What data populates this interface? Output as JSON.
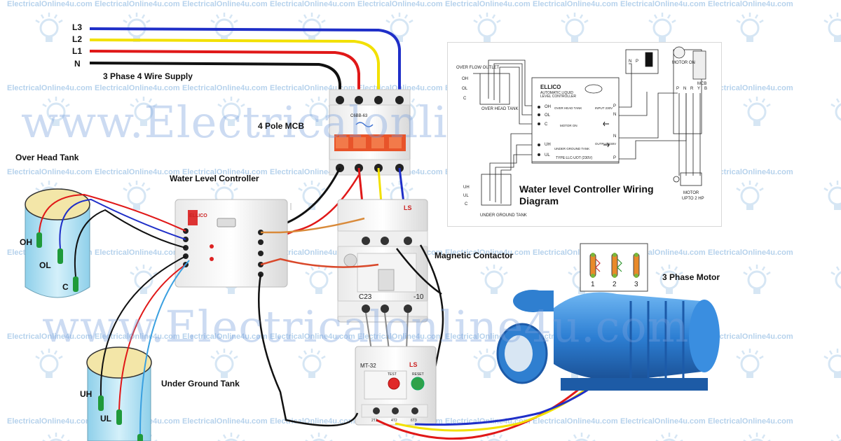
{
  "supply": {
    "lines": [
      "L3",
      "L2",
      "L1",
      "N"
    ],
    "title": "3 Phase 4 Wire Supply"
  },
  "labels": {
    "mcb": "4 Pole MCB",
    "controller": "Water Level Controller",
    "overhead_tank": "Over Head Tank",
    "underground_tank": "Under Ground Tank",
    "contactor": "Magnetic Contactor",
    "motor": "3 Phase Motor"
  },
  "overhead_probes": [
    "OH",
    "OL",
    "C"
  ],
  "underground_probes": [
    "UH",
    "UL"
  ],
  "watermark": {
    "small": "ElectricalOnline4u.com",
    "large": "www.Electricalonline4u.com"
  },
  "devices": {
    "mcb_model": "C6BB-63",
    "controller_brand": "ELLICO",
    "contactor_brand": "LS",
    "contactor_model": "C23",
    "contactor_aux": "-10",
    "overload_model": "MT-32",
    "overload_brand": "LS",
    "overload_test": "TEST",
    "overload_reset": "RESET",
    "overload_terminals": [
      "2T1",
      "4T2",
      "6T3"
    ]
  },
  "motor_terminals": [
    "1",
    "2",
    "3"
  ],
  "inset": {
    "title": "Water level Controller Wiring Diagram",
    "brand": "ELLICO",
    "subtitle": "AUTOMATIC LIQUID LEVEL CONTROLLER",
    "type_label": "TYPE:LLC-UOT (230V)",
    "overflow_label": "OVER FLOW OUTLET",
    "oh_levels": [
      "OH",
      "OL",
      "C"
    ],
    "overhead_tank_label": "OVER HEAD TANK",
    "ug_levels": [
      "UH",
      "UL",
      "C"
    ],
    "underground_tank_label": "UNDER GROUND TANK",
    "terminals_left": [
      "OH",
      "OL",
      "C",
      "UH",
      "UL"
    ],
    "ctrl_overhead": "OVER HEAD TANK",
    "ctrl_motor": "MOTOR ON",
    "ctrl_underground": "UNDER GROUND TANK",
    "ctrl_input": "INPUT 230V",
    "ctrl_output": "OUTPUT 230V",
    "right_terminals": [
      "P",
      "N",
      "N",
      "P"
    ],
    "switch_labels": [
      "N",
      "P"
    ],
    "motor_on": "MOTOR ON",
    "mcb_label": "MCB",
    "supply_terminals": [
      "P",
      "N",
      "R",
      "Y",
      "B"
    ],
    "motor_label": "MOTOR",
    "motor_rating": "UPTO 2 HP"
  },
  "colors": {
    "L3": "#1f2fc8",
    "L2": "#f2e000",
    "L1": "#e01818",
    "N": "#111111",
    "watermark": "#b6d2ec",
    "tank_water": "#bfe4f3",
    "tank_top": "#f3e6a8",
    "probe": "#1f9a3a",
    "pump": "#2f7fd0"
  }
}
